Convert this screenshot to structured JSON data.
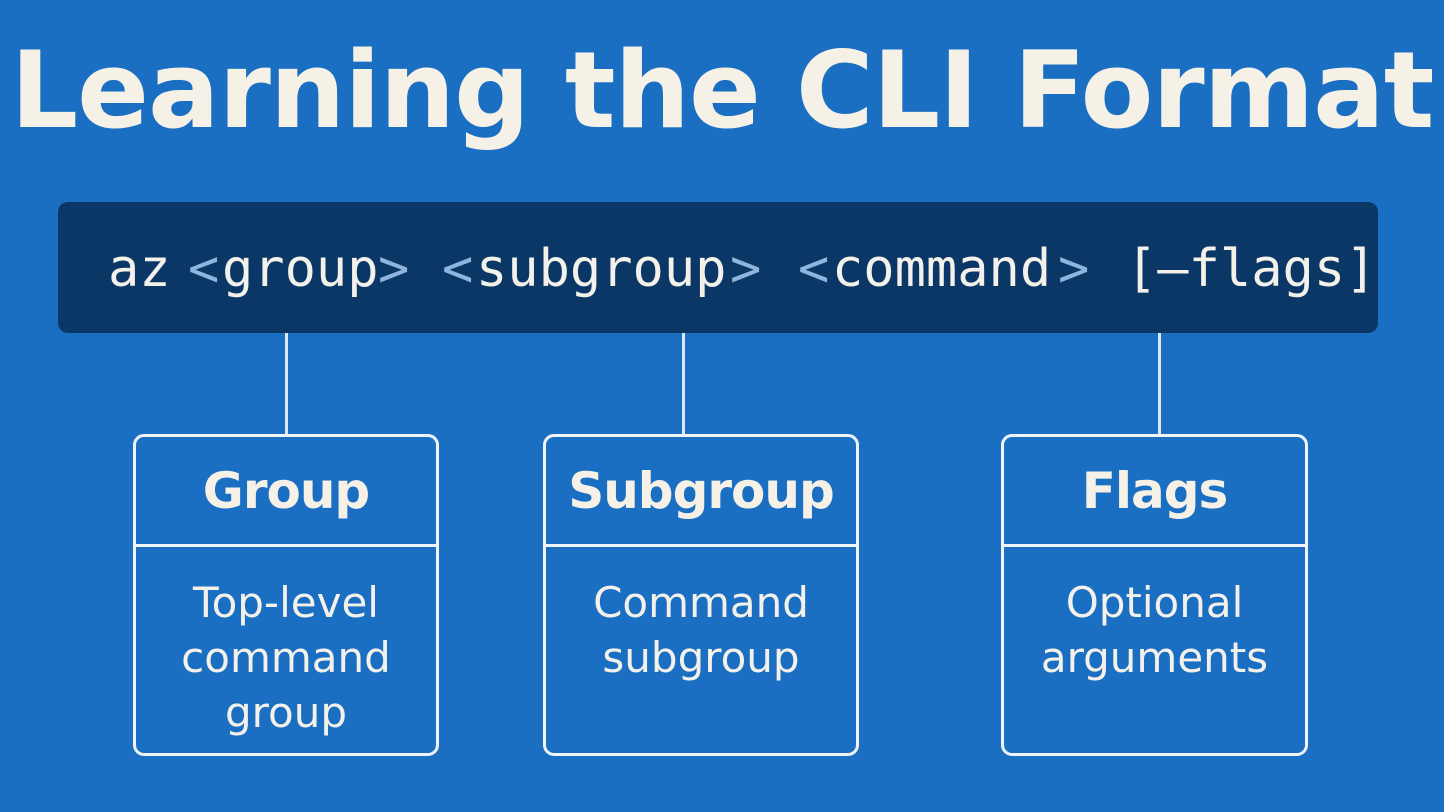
{
  "title": "Learning the CLI Format",
  "command": {
    "prefix": "az",
    "group_open": "<",
    "group": "group",
    "group_close": ">",
    "subgroup_open": "<",
    "subgroup": "subgroup",
    "subgroup_close": ">",
    "command_open": "<",
    "command": "command",
    "command_close": ">",
    "flags": "[–flags]"
  },
  "cards": [
    {
      "title": "Group",
      "lines": [
        "Top-level",
        "command",
        "group"
      ]
    },
    {
      "title": "Subgroup",
      "lines": [
        "Command",
        "subgroup"
      ]
    },
    {
      "title": "Flags",
      "lines": [
        "Optional",
        "arguments"
      ]
    }
  ],
  "colors": {
    "background": "#1a6fc2",
    "command_bar": "#0a3766",
    "text": "#f6f1e6",
    "bracket": "#8fb4de",
    "border": "#f0f4fa"
  }
}
